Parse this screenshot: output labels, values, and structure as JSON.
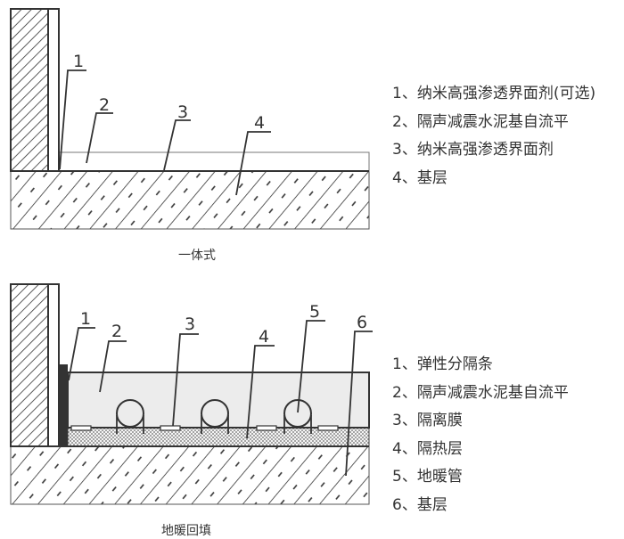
{
  "diagrams": [
    {
      "id": "integrated",
      "caption": "一体式",
      "callouts": [
        "1",
        "2",
        "3",
        "4"
      ],
      "legend": [
        "1、纳米高强渗透界面剂(可选)",
        "2、隔声减震水泥基自流平",
        "3、纳米高强渗透界面剂",
        "4、基层"
      ]
    },
    {
      "id": "floor-heating-backfill",
      "caption": "地暖回填",
      "callouts": [
        "1",
        "2",
        "3",
        "4",
        "5",
        "6"
      ],
      "legend": [
        "1、弹性分隔条",
        "2、隔声减震水泥基自流平",
        "3、隔离膜",
        "4、隔热层",
        "5、地暖管",
        "6、基层"
      ]
    }
  ],
  "colors": {
    "line": "#333333",
    "screed_fill": "#ececec",
    "insulation_dot": "#8a8a8a",
    "background": "#ffffff"
  }
}
